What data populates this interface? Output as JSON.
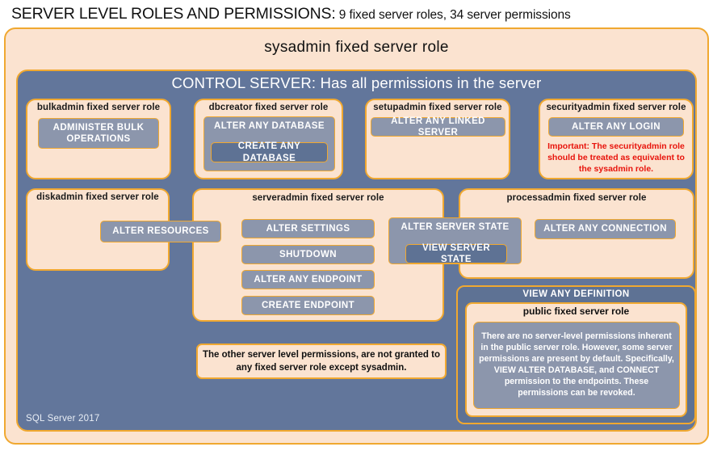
{
  "header": {
    "title_strong": "SERVER LEVEL ROLES AND PERMISSIONS:",
    "title_rest": " 9 fixed server roles, 34 server permissions"
  },
  "outer": {
    "sysadmin_label": "sysadmin  fixed  server  role",
    "control_label": "CONTROL SERVER: Has all permissions in the server",
    "footer": "SQL Server 2017"
  },
  "roles": {
    "bulkadmin": {
      "title": "bulkadmin  fixed server role",
      "permission": "ADMINISTER  BULK OPERATIONS"
    },
    "dbcreator": {
      "title": "dbcreator fixed server role",
      "permission_outer": "ALTER ANY DATABASE",
      "permission_inner": "CREATE  ANY DATABASE"
    },
    "setupadmin": {
      "title": "setupadmin fixed server role",
      "permission": "ALTER ANY LINKED SERVER"
    },
    "securityadmin": {
      "title": "securityadmin  fixed server role",
      "permission": "ALTER ANY LOGIN",
      "warning": "Important:  The securityadmin role should  be treated  as equivalent to the  sysadmin role."
    },
    "diskadmin": {
      "title": "diskadmin  fixed server role",
      "permission": "ALTER RESOURCES"
    },
    "serveradmin": {
      "title": "serveradmin fixed  server role",
      "permissions": [
        "ALTER SETTINGS",
        "SHUTDOWN",
        "ALTER ANY ENDPOINT",
        "CREATE  ENDPOINT"
      ],
      "permission_state_outer": "ALTER SERVER STATE",
      "permission_state_inner": "VIEW SERVER STATE"
    },
    "processadmin": {
      "title": "processadmin  fixed server role",
      "permission": "ALTER ANY CONNECTION"
    },
    "public": {
      "view_any_definition": "VIEW ANY DEFINITION",
      "title": "public  fixed server role",
      "note": "There are no server-level permissions inherent in the public server role. However, some server permissions are present by default. Specifically, VIEW ALTER DATABASE, and CONNECT permission to the endpoints. These permissions can be revoked."
    }
  },
  "note_box": {
    "text": "The other server level permissions,  are not granted to any fixed server role except sysadmin."
  },
  "colors": {
    "peach": "#fbe3d0",
    "blue_panel": "#62769b",
    "permission_chip": "#8c96ac",
    "permission_chip_dark": "#5e7294",
    "border_orange": "#f0a830",
    "warning_red": "#e8140c"
  }
}
